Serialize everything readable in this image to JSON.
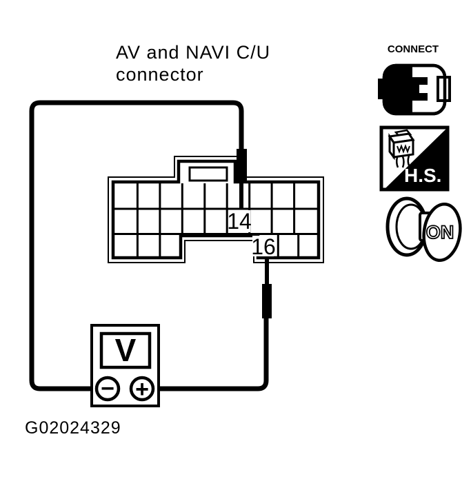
{
  "title": {
    "line1": "AV and NAVI C/U",
    "line2": "connector"
  },
  "figure_id": "G02024329",
  "connector": {
    "name": "AV and NAVI C/U connector",
    "grid": {
      "rows": 3,
      "columns": 9,
      "bottom_row_groups": "3 cells left, 3 cells right, notch in middle"
    },
    "pins": [
      {
        "id": "14",
        "row": 2,
        "column": 6,
        "probe": "negative lead from top"
      },
      {
        "id": "16",
        "row": 3,
        "column": 7,
        "probe": "positive lead from bottom"
      }
    ]
  },
  "voltmeter": {
    "display_label": "V",
    "negative_terminal": "−",
    "positive_terminal": "+"
  },
  "badges": {
    "connect": {
      "caption": "CONNECT"
    },
    "hs": {
      "label": "H.S."
    },
    "ignition": {
      "label": "ON"
    }
  },
  "colors": {
    "ink": "#000000",
    "paper": "#ffffff"
  }
}
